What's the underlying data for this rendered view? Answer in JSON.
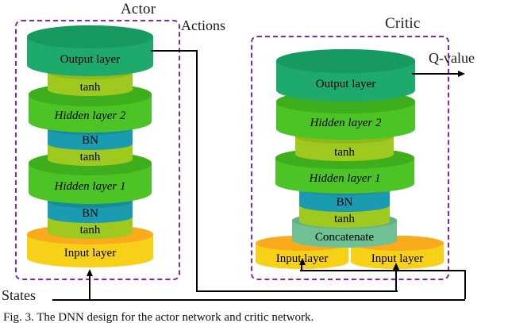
{
  "figure": {
    "caption": "Fig. 3.  The DNN design for the actor network and critic network."
  },
  "groups": [
    {
      "id": "actor",
      "title": "Actor"
    },
    {
      "id": "critic",
      "title": "Critic"
    }
  ],
  "edges": {
    "actions_label": "Actions",
    "states_label": "States",
    "qvalue_label": "Q-value"
  },
  "colors": {
    "output_layer": "#1faa6d",
    "output_layer_top": "#179a5f",
    "hidden_layer": "#4cc425",
    "hidden_layer_top": "#3fae1c",
    "bn": "#1a9bb0",
    "bn_top": "#168b9e",
    "tanh": "#9fc91e",
    "tanh_top": "#8fb918",
    "input_layer": "#f7d117",
    "input_layer_top": "#f9ab1d",
    "concatenate": "#6fc093",
    "concatenate_top": "#63b085",
    "group_border": "#8822b8",
    "connector": "#000000",
    "text": "#000000"
  },
  "actor_stack": [
    {
      "name": "output-layer",
      "label": "Output layer",
      "italic": false
    },
    {
      "name": "tanh-3",
      "label": "tanh",
      "italic": false
    },
    {
      "name": "hidden-layer-2",
      "label": "Hidden layer 2",
      "italic": true
    },
    {
      "name": "bn-2",
      "label": "BN",
      "italic": false
    },
    {
      "name": "tanh-2",
      "label": "tanh",
      "italic": false
    },
    {
      "name": "hidden-layer-1",
      "label": "Hidden layer 1",
      "italic": true
    },
    {
      "name": "bn-1",
      "label": "BN",
      "italic": false
    },
    {
      "name": "tanh-1",
      "label": "tanh",
      "italic": false
    },
    {
      "name": "input-layer",
      "label": "Input layer",
      "italic": false
    }
  ],
  "critic_stack": [
    {
      "name": "output-layer",
      "label": "Output layer",
      "italic": false
    },
    {
      "name": "hidden-layer-2",
      "label": "Hidden layer 2",
      "italic": true
    },
    {
      "name": "tanh-2",
      "label": "tanh",
      "italic": false
    },
    {
      "name": "hidden-layer-1",
      "label": "Hidden layer 1",
      "italic": true
    },
    {
      "name": "bn-1",
      "label": "BN",
      "italic": false
    },
    {
      "name": "tanh-1",
      "label": "tanh",
      "italic": false
    },
    {
      "name": "concatenate",
      "label": "Concatenate",
      "italic": false
    }
  ],
  "critic_inputs": [
    {
      "name": "input-layer-states",
      "label": "Input layer"
    },
    {
      "name": "input-layer-actions",
      "label": "Input layer"
    }
  ]
}
